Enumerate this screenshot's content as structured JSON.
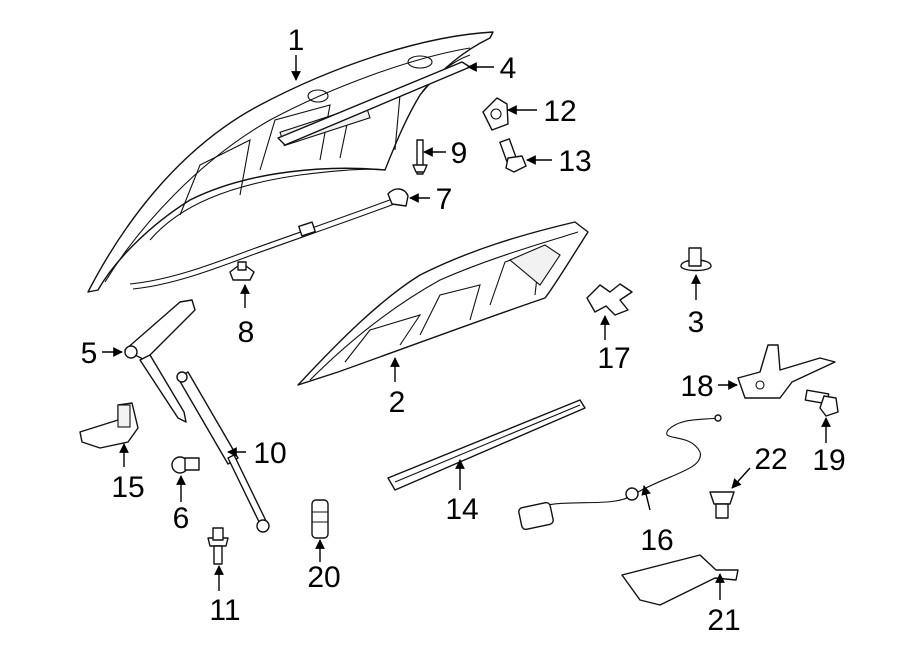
{
  "diagram": {
    "background": "#ffffff",
    "ink": "#111111",
    "callouts": [
      "1",
      "2",
      "3",
      "4",
      "5",
      "6",
      "7",
      "8",
      "9",
      "10",
      "11",
      "12",
      "13",
      "14",
      "15",
      "16",
      "17",
      "18",
      "19",
      "20",
      "21",
      "22"
    ]
  }
}
